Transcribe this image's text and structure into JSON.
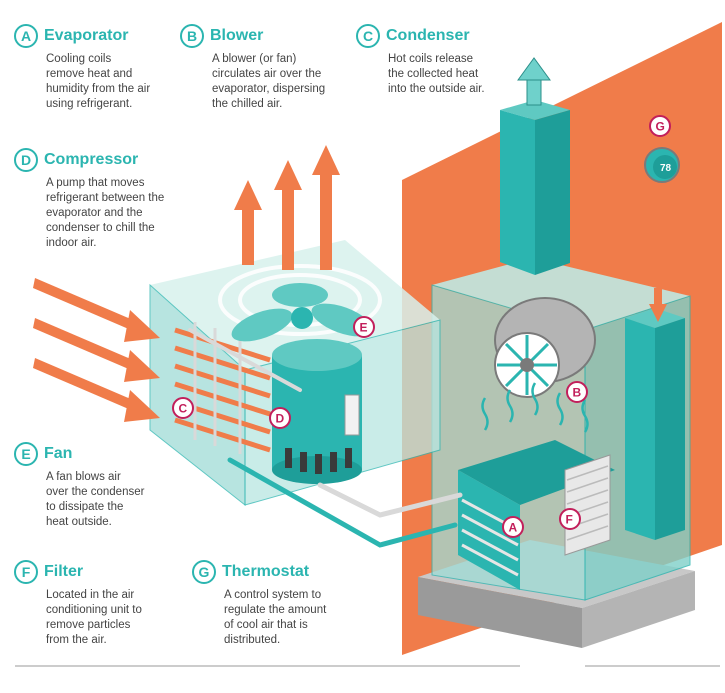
{
  "legend": [
    {
      "letter": "A",
      "title": "Evaporator",
      "desc": "Cooling coils\nremove heat and\nhumidity from the air\nusing refrigerant."
    },
    {
      "letter": "B",
      "title": "Blower",
      "desc": "A blower (or fan)\ncirculates air over the\nevaporator, dispersing\nthe chilled air."
    },
    {
      "letter": "C",
      "title": "Condenser",
      "desc": "Hot coils release\nthe collected heat\ninto the outside air."
    },
    {
      "letter": "D",
      "title": "Compressor",
      "desc": "A pump that moves\nrefrigerant between the\nevaporator and the\ncondenser to chill the\nindoor air."
    },
    {
      "letter": "E",
      "title": "Fan",
      "desc": "A fan blows air\nover the condenser\nto dissipate the\nheat outside."
    },
    {
      "letter": "F",
      "title": "Filter",
      "desc": "Located in the air\nconditioning unit to\nremove particles\nfrom the air."
    },
    {
      "letter": "G",
      "title": "Thermostat",
      "desc": "A control system to\nregulate the amount\nof cool air that is\ndistributed."
    }
  ],
  "markers": [
    "A",
    "B",
    "C",
    "D",
    "E",
    "F",
    "G"
  ],
  "thermostat_reading": "78",
  "colors": {
    "teal": "#2bb5b0",
    "orange": "#f07c4a",
    "magenta": "#c21f5b",
    "gray": "#8a8a8a"
  }
}
